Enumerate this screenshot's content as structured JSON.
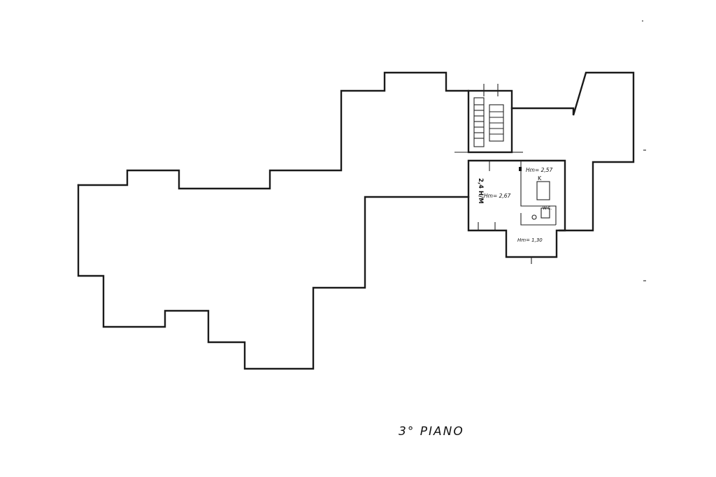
{
  "plan": {
    "floor_label": "3° PIANO",
    "rooms": {
      "kitchen_height": "Hm= 2,57",
      "kitchen_mark": "K",
      "living_height": "Hm= 2,67",
      "vertical_label": "2,4 H/M",
      "bath_mark": "W.C.",
      "lower_height": "Hm= 1,30"
    }
  }
}
